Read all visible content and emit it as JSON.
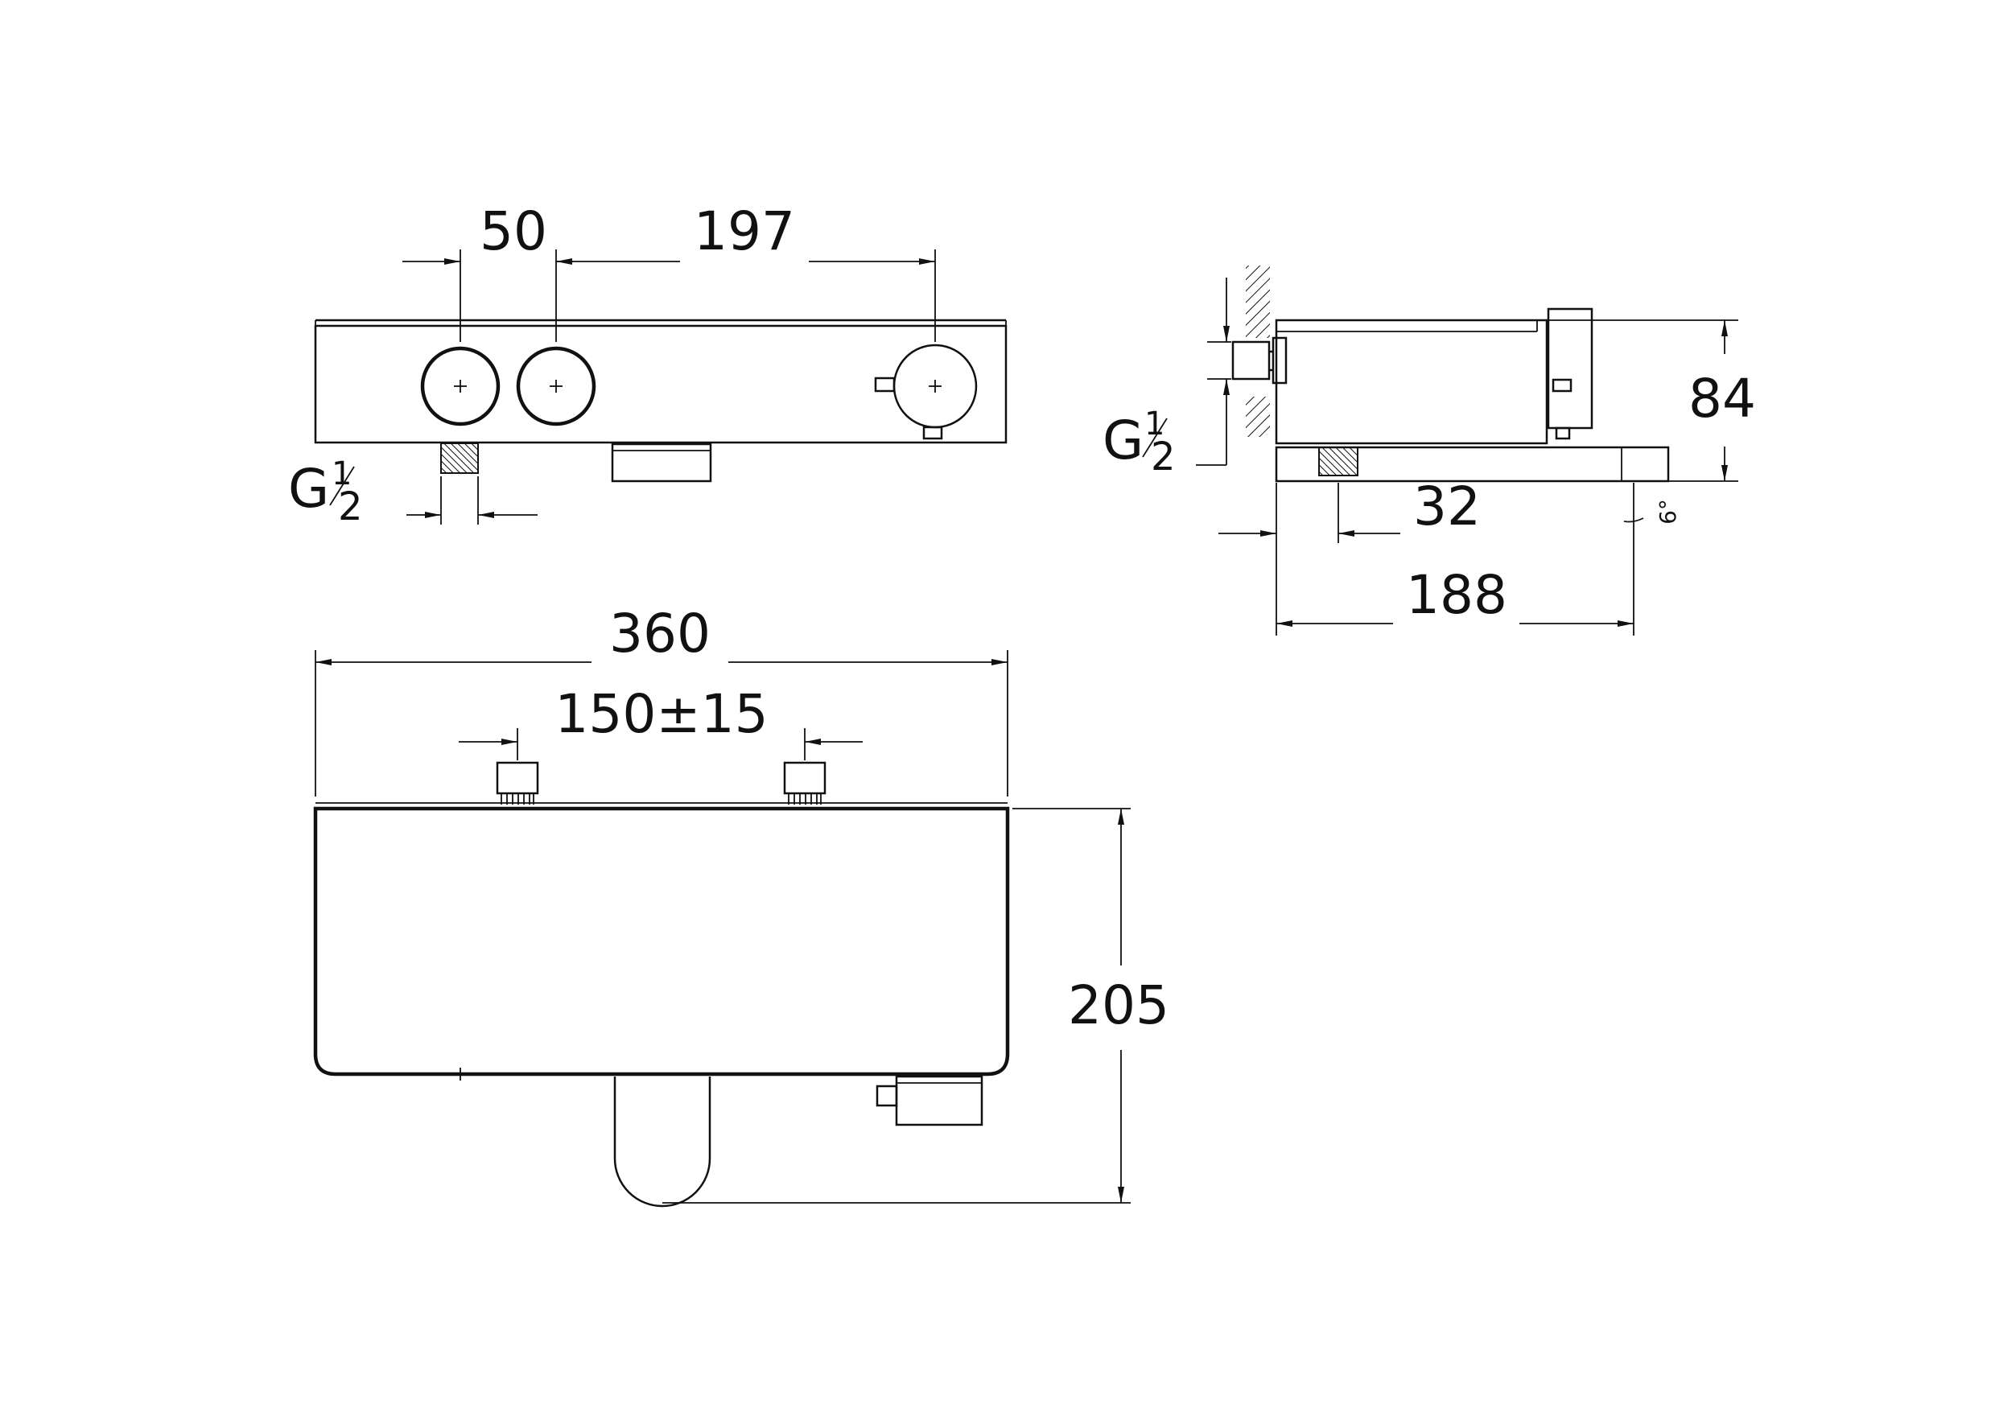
{
  "colors": {
    "ink": "#111111",
    "paper": "#ffffff"
  },
  "top_view": {
    "dim_knob_spacing": "50",
    "dim_to_right_knob": "197",
    "thread_label_main": "G",
    "thread_fraction_num": "1",
    "thread_fraction_den": "2"
  },
  "side_view": {
    "thread_label_main": "G",
    "thread_fraction_num": "1",
    "thread_fraction_den": "2",
    "dim_height": "84",
    "dim_thread_offset": "32",
    "dim_depth": "188",
    "dim_angle": "6°"
  },
  "front_view": {
    "dim_width": "360",
    "dim_inlet_spacing": "150±15",
    "dim_height": "205"
  }
}
